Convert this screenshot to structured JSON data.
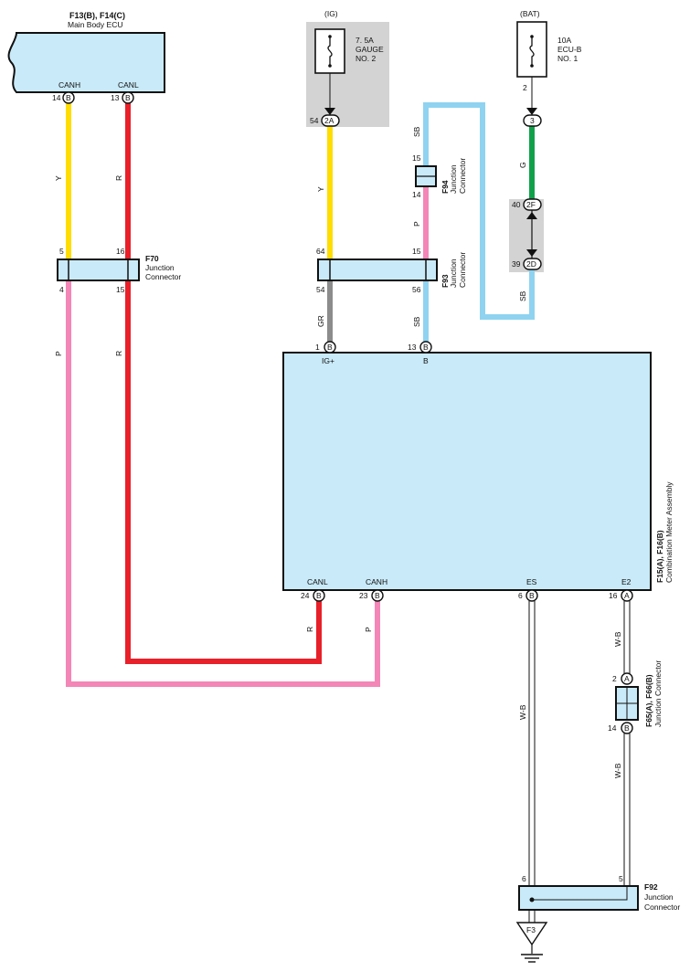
{
  "colors": {
    "yellow": "#ffdd00",
    "red": "#e8202a",
    "pink": "#f386b7",
    "sky_blue": "#8fd3f0",
    "green": "#11a04a",
    "gray": "#8c8c8c",
    "component_fill": "#c9eaf8",
    "fuse_block": "#d3d3d3"
  },
  "ecu": {
    "code": "F13(B), F14(C)",
    "name": "Main Body ECU",
    "pins": [
      {
        "label": "CANH",
        "num": "14",
        "conn": "B"
      },
      {
        "label": "CANL",
        "num": "13",
        "conn": "B"
      }
    ]
  },
  "fuse_ig": {
    "source": "(IG)",
    "rating": "7. 5A",
    "name1": "GAUGE",
    "name2": "NO. 2",
    "pin_num": "54",
    "pin_conn": "2A"
  },
  "fuse_bat": {
    "source": "(BAT)",
    "rating": "10A",
    "name1": "ECU-B",
    "name2": "NO. 1",
    "fuse_pin": "2",
    "out_num": "3"
  },
  "bat_conns": {
    "upper_num": "40",
    "upper_conn": "2F",
    "lower_num": "39",
    "lower_conn": "2D"
  },
  "f70": {
    "code": "F70",
    "name1": "Junction",
    "name2": "Connector",
    "p5": "5",
    "p16": "16",
    "p4": "4",
    "p15": "15"
  },
  "f93": {
    "code": "F93",
    "name1": "Junction",
    "name2": "Connector",
    "p64": "64",
    "p15": "15",
    "p54": "54",
    "p56": "56"
  },
  "f94": {
    "code": "F94",
    "name1": "Junction",
    "name2": "Connector",
    "p15": "15",
    "p14": "14"
  },
  "meter": {
    "code": "F15(A), F16(B)",
    "name": "Combination Meter Assembly",
    "top_pins": [
      {
        "label": "IG+",
        "num": "1",
        "conn": "B"
      },
      {
        "label": "B",
        "num": "13",
        "conn": "B"
      }
    ],
    "bottom_pins": [
      {
        "label": "CANL",
        "num": "24",
        "conn": "B"
      },
      {
        "label": "CANH",
        "num": "23",
        "conn": "B"
      },
      {
        "label": "ES",
        "num": "6",
        "conn": "B"
      },
      {
        "label": "E2",
        "num": "16",
        "conn": "A"
      }
    ]
  },
  "f65": {
    "code": "F65(A), F66(B)",
    "name": "Junction Connector",
    "top_num": "2",
    "top_conn": "A",
    "bot_num": "14",
    "bot_conn": "B"
  },
  "f92": {
    "code": "F92",
    "name1": "Junction",
    "name2": "Connector",
    "p6": "6",
    "p5": "5"
  },
  "ground": {
    "label": "F3"
  },
  "wire_labels": {
    "y": "Y",
    "r": "R",
    "p": "P",
    "sb": "SB",
    "g": "G",
    "gr": "GR",
    "wb": "W-B"
  }
}
